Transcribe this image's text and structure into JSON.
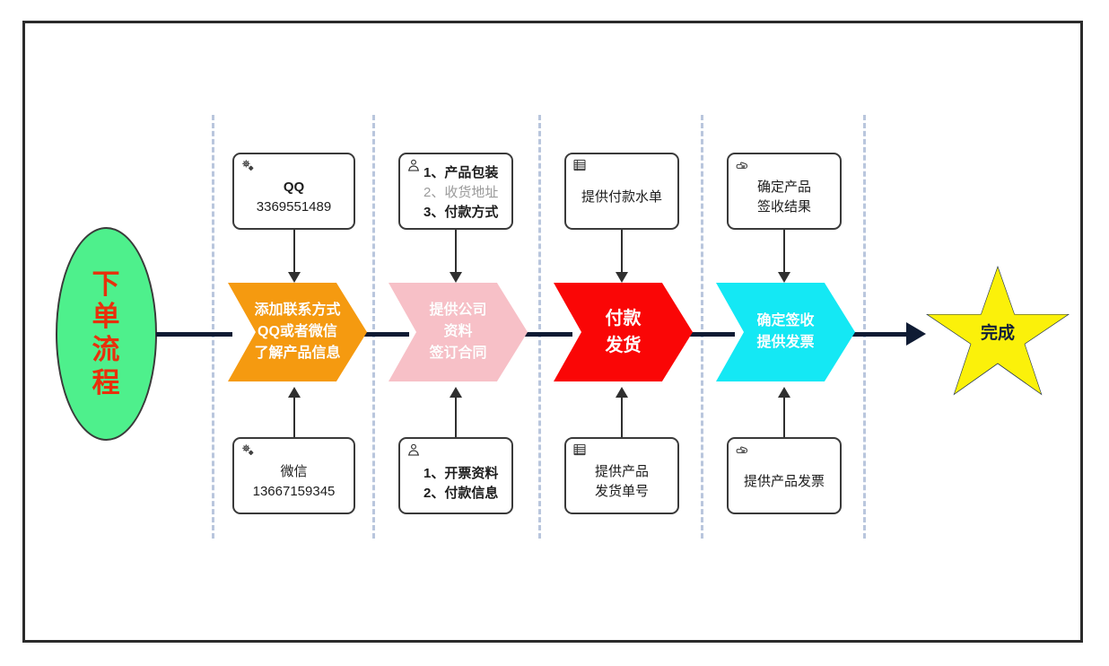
{
  "diagram": {
    "title": "下单流程",
    "frame": {
      "border_color": "#2b2b2b"
    },
    "start": {
      "label_lines": [
        "下",
        "单",
        "流",
        "程"
      ],
      "fill": "#4ef08c",
      "text_color": "#e8300c"
    },
    "end": {
      "label": "完成",
      "fill": "#fbf10a",
      "text_color": "#11203a"
    },
    "divider_color": "#b9c6dd",
    "connector_color": "#0f1b33",
    "stages": [
      {
        "id": "stage-1",
        "chevron": {
          "lines": [
            "添加联系方式",
            "QQ或者微信",
            "了解产品信息"
          ],
          "fill": "#f59a10",
          "text_color": "#ffffff"
        },
        "top_box": {
          "icon": "gears-icon",
          "lines": [
            {
              "text": "QQ",
              "style": "title"
            },
            {
              "text": "3369551489",
              "style": "number"
            }
          ]
        },
        "bottom_box": {
          "icon": "gears-icon",
          "lines": [
            {
              "text": "微信",
              "style": "title"
            },
            {
              "text": "13667159345",
              "style": "number"
            }
          ]
        }
      },
      {
        "id": "stage-2",
        "chevron": {
          "lines": [
            "提供公司",
            "资料",
            "签订合同"
          ],
          "fill": "#f7c0c7",
          "text_color": "#ffffff"
        },
        "top_box": {
          "icon": "person-icon",
          "list": true,
          "lines": [
            {
              "text": "1、产品包装",
              "style": "bold"
            },
            {
              "text": "2、收货地址",
              "style": "muted"
            },
            {
              "text": "3、付款方式",
              "style": "bold"
            }
          ]
        },
        "bottom_box": {
          "icon": "person-icon",
          "list": true,
          "lines": [
            {
              "text": "1、开票资料",
              "style": "bold"
            },
            {
              "text": "2、付款信息",
              "style": "bold"
            }
          ]
        }
      },
      {
        "id": "stage-3",
        "chevron": {
          "lines": [
            "付款",
            "发货"
          ],
          "fill": "#fa0606",
          "text_color": "#ffffff"
        },
        "top_box": {
          "icon": "list-document-icon",
          "lines": [
            {
              "text": "提供付款水单",
              "style": "plain"
            }
          ]
        },
        "bottom_box": {
          "icon": "list-document-icon",
          "lines": [
            {
              "text": "提供产品",
              "style": "plain"
            },
            {
              "text": "发货单号",
              "style": "plain"
            }
          ]
        }
      },
      {
        "id": "stage-4",
        "chevron": {
          "lines": [
            "确定签收",
            "提供发票"
          ],
          "fill": "#14e8f4",
          "text_color": "#ffffff"
        },
        "top_box": {
          "icon": "pointing-hand-icon",
          "lines": [
            {
              "text": "确定产品",
              "style": "plain"
            },
            {
              "text": "签收结果",
              "style": "plain"
            }
          ]
        },
        "bottom_box": {
          "icon": "pointing-hand-icon",
          "lines": [
            {
              "text": "提供产品发票",
              "style": "plain"
            }
          ]
        }
      }
    ]
  }
}
